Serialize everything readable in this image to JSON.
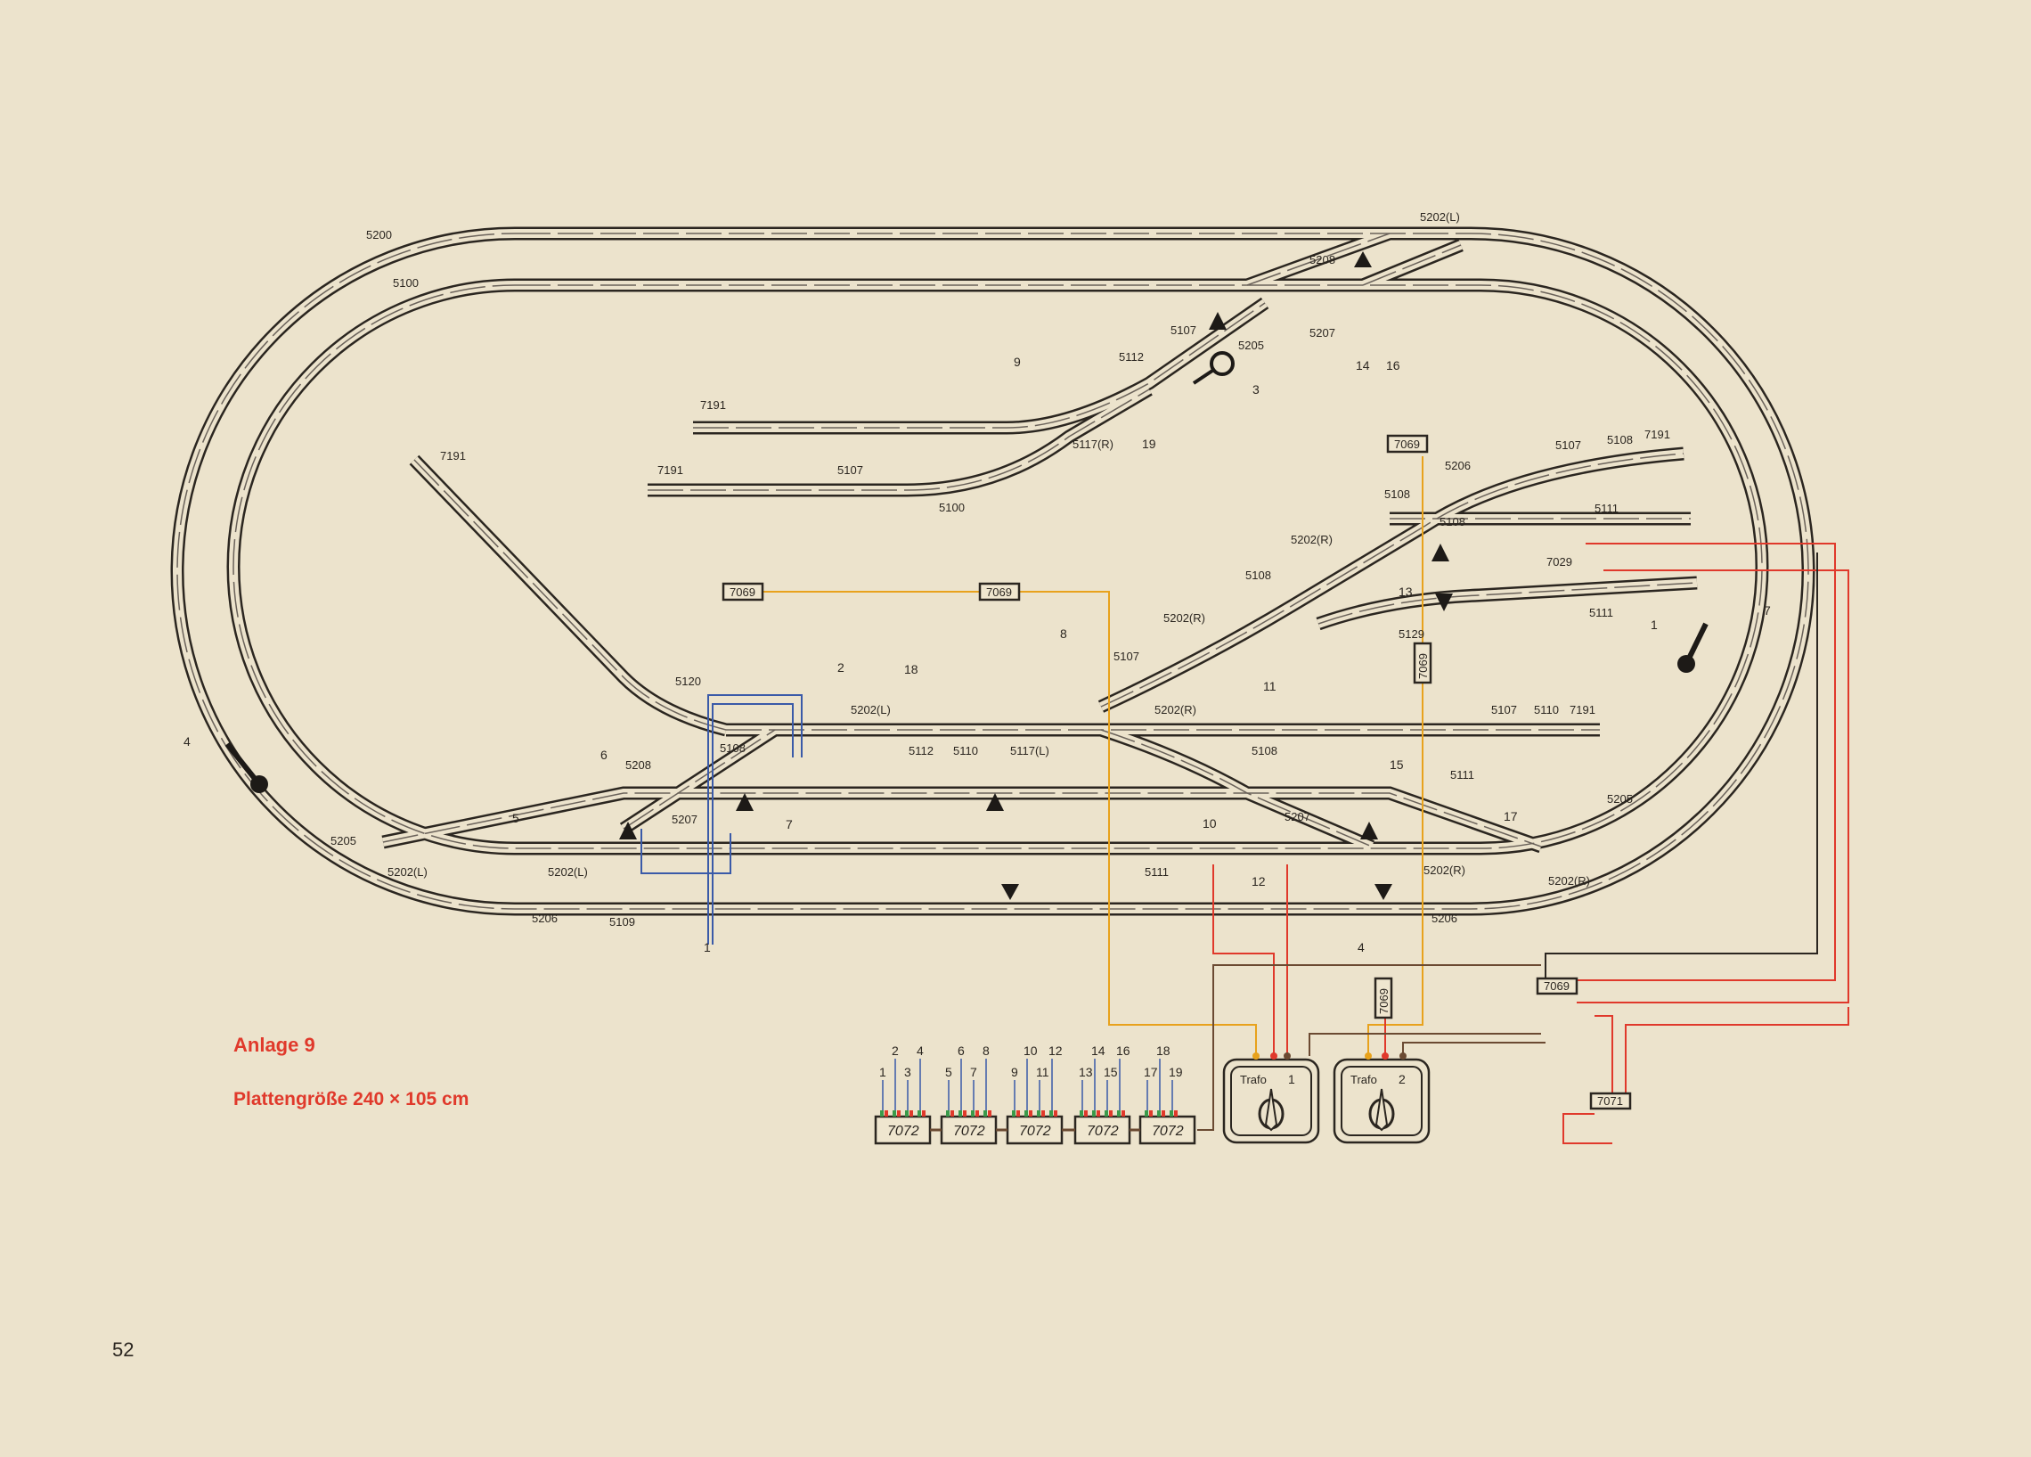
{
  "page": {
    "number": "52"
  },
  "caption": {
    "title": "Anlage 9",
    "size": "Plattengröße  240 × 105 cm"
  },
  "labels": [
    "5200",
    "5100",
    "5202(L)",
    "5208",
    "5107",
    "5205",
    "5207",
    "14",
    "16",
    "5112",
    "3",
    "9",
    "7191",
    "5117(R)",
    "19",
    "7191",
    "5107",
    "5100",
    "7191",
    "7069",
    "5206",
    "5107",
    "5108",
    "7191",
    "5108",
    "5108",
    "5111",
    "5202(R)",
    "7029",
    "5108",
    "13",
    "5202(R)",
    "5111",
    "5129",
    "7069",
    "1",
    "7",
    "11",
    "5107",
    "8",
    "7069",
    "7069",
    "5120",
    "2",
    "18",
    "5202(L)",
    "5202(R)",
    "5107",
    "5110",
    "7191",
    "5108",
    "5112",
    "5110",
    "5117(L)",
    "5108",
    "5111",
    "15",
    "4",
    "6",
    "5208",
    "5",
    "5207",
    "7",
    "10",
    "5207",
    "17",
    "5205",
    "5205",
    "5202(L)",
    "5202(L)",
    "12",
    "5111",
    "5202(R)",
    "5202(R)",
    "5206",
    "5109",
    "5206",
    "1",
    "4",
    "7069"
  ],
  "panel": {
    "switch_boxes": [
      "7072",
      "7072",
      "7072",
      "7072",
      "7072"
    ],
    "switch_numbers": [
      "1",
      "2",
      "3",
      "4",
      "5",
      "6",
      "7",
      "8",
      "9",
      "10",
      "11",
      "12",
      "13",
      "14",
      "15",
      "16",
      "17",
      "18",
      "19"
    ],
    "trafo1": {
      "label": "Trafo",
      "number": "1"
    },
    "trafo2": {
      "label": "Trafo",
      "number": "2"
    },
    "distributor": "7069",
    "distributor2": "7071"
  },
  "colors": {
    "paper": "#ece3cc",
    "track": "#2b2620",
    "red": "#e0392b",
    "yellow": "#e8a21c",
    "blue": "#3a5aa8",
    "brown": "#6b4a32"
  }
}
